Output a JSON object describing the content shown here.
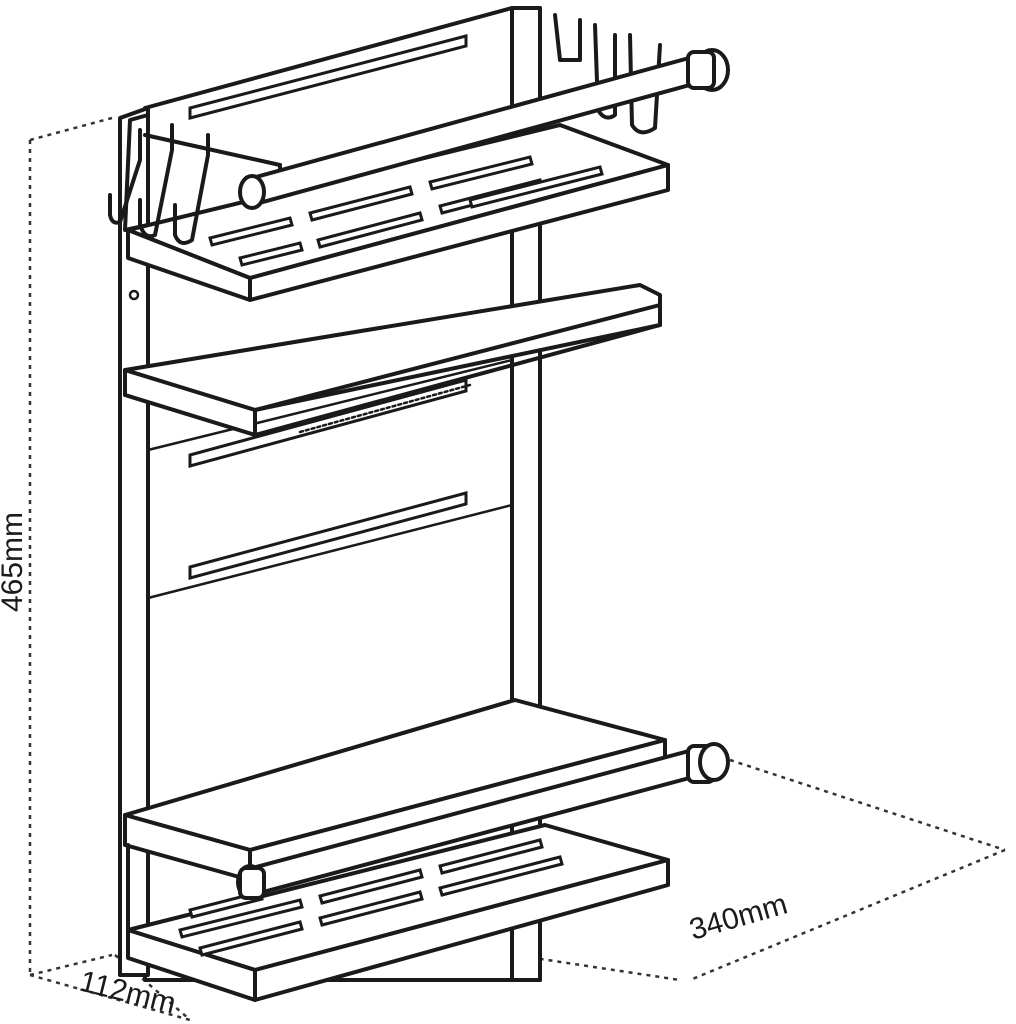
{
  "dimensions": {
    "height_label": "465mm",
    "width_label": "340mm",
    "depth_label": "112mm"
  },
  "colors": {
    "ink": "#1a1a1a",
    "background": "#ffffff"
  }
}
